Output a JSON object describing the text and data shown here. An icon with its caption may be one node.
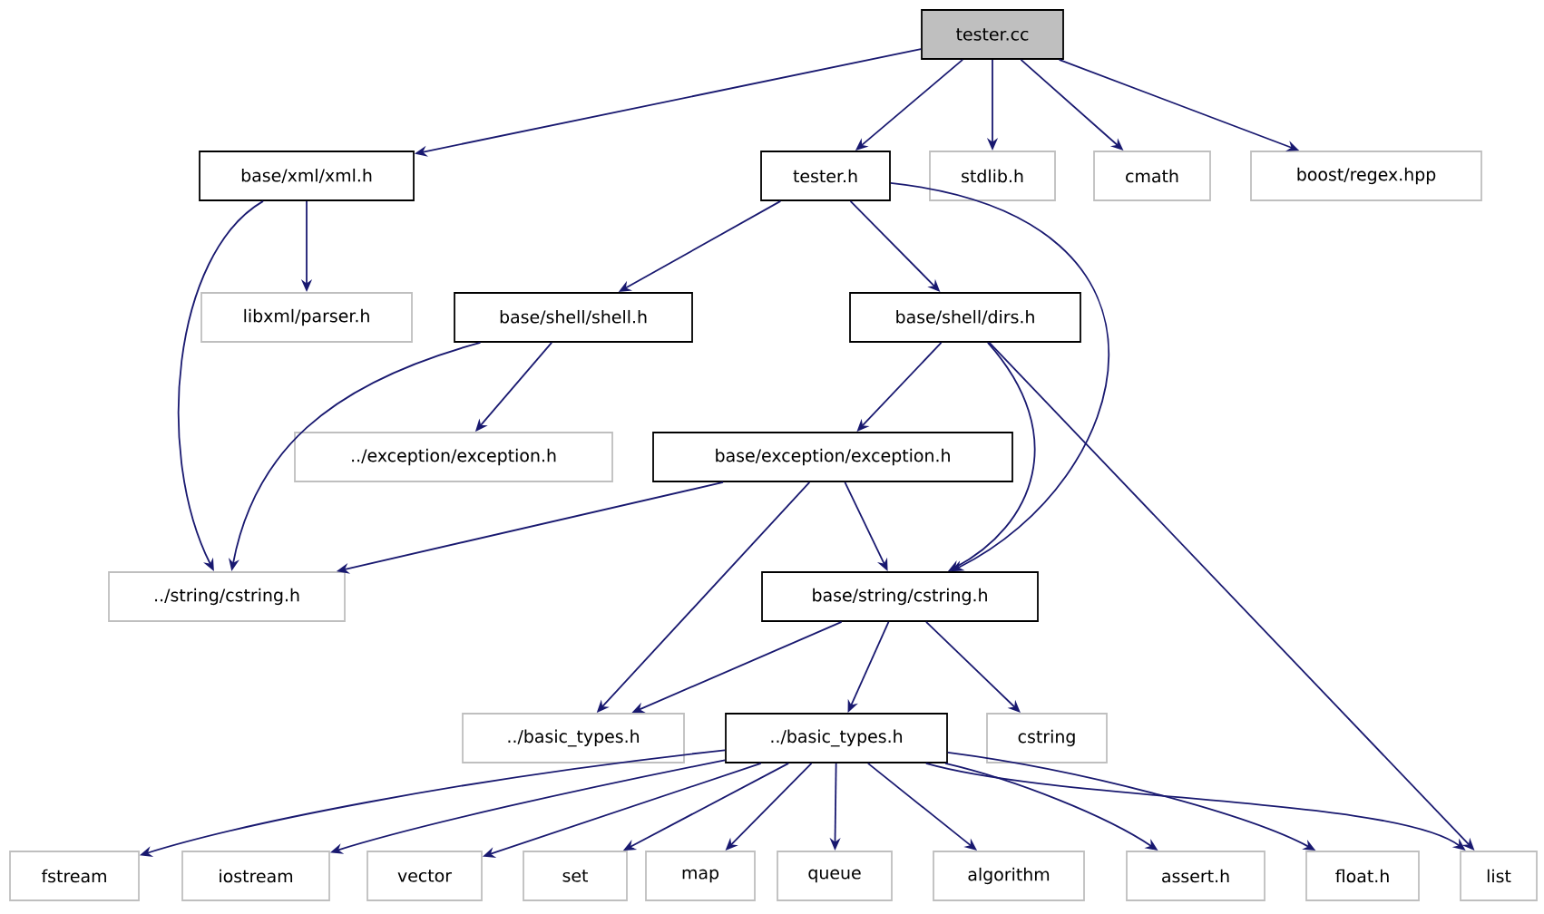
{
  "diagram": {
    "nodes": [
      {
        "text": [
          "tester.cc"
        ]
      },
      {
        "text": [
          "base/xml/xml.h"
        ]
      },
      {
        "text": [
          "tester.h"
        ]
      },
      {
        "text": [
          "stdlib.h"
        ]
      },
      {
        "text": [
          "cmath"
        ]
      },
      {
        "text": [
          "boost/regex.hpp"
        ]
      },
      {
        "text": [
          "libxml/parser.h"
        ]
      },
      {
        "text": [
          "base/shell/shell.h"
        ]
      },
      {
        "text": [
          "base/shell/dirs.h"
        ]
      },
      {
        "text": [
          "../exception/exception.h"
        ]
      },
      {
        "text": [
          "base/exception/exception.h"
        ]
      },
      {
        "text": [
          "../string/cstring.h"
        ]
      },
      {
        "text": [
          "base/string/cstring.h"
        ]
      },
      {
        "text": [
          "../basic_types.h"
        ]
      },
      {
        "text": [
          "../basic_types.h"
        ]
      },
      {
        "text": [
          "cstring"
        ]
      },
      {
        "text": [
          "fstream"
        ]
      },
      {
        "text": [
          "iostream"
        ]
      },
      {
        "text": [
          "vector"
        ]
      },
      {
        "text": [
          "set"
        ]
      },
      {
        "text": [
          "map"
        ]
      },
      {
        "text": [
          "queue"
        ]
      },
      {
        "text": [
          "algorithm"
        ]
      },
      {
        "text": [
          "assert.h"
        ]
      },
      {
        "text": [
          "float.h"
        ]
      },
      {
        "text": [
          "list"
        ]
      }
    ],
    "edges": [
      {
        "from": 0,
        "to": 1,
        "arrow": "to"
      },
      {
        "from": 0,
        "to": 2,
        "arrow": "to"
      },
      {
        "from": 0,
        "to": 3,
        "arrow": "to"
      },
      {
        "from": 0,
        "to": 4,
        "arrow": "to"
      },
      {
        "from": 0,
        "to": 5,
        "arrow": "to"
      },
      {
        "from": 1,
        "to": 6,
        "arrow": "to"
      },
      {
        "from": 1,
        "to": 11,
        "arrow": "to"
      },
      {
        "from": 2,
        "to": 7,
        "arrow": "to"
      },
      {
        "from": 2,
        "to": 8,
        "arrow": "to"
      },
      {
        "from": 2,
        "to": 12,
        "arrow": "to"
      },
      {
        "from": 7,
        "to": 11,
        "arrow": "to"
      },
      {
        "from": 7,
        "to": 9,
        "arrow": "to"
      },
      {
        "from": 8,
        "to": 10,
        "arrow": "to"
      },
      {
        "from": 8,
        "to": 12,
        "arrow": "to"
      },
      {
        "from": 8,
        "to": 25,
        "arrow": "to"
      },
      {
        "from": 10,
        "to": 11,
        "arrow": "to"
      },
      {
        "from": 10,
        "to": 13,
        "arrow": "to"
      },
      {
        "from": 10,
        "to": 12,
        "arrow": "to"
      },
      {
        "from": 12,
        "to": 13,
        "arrow": "to"
      },
      {
        "from": 12,
        "to": 14,
        "arrow": "to"
      },
      {
        "from": 12,
        "to": 15,
        "arrow": "to"
      },
      {
        "from": 14,
        "to": 16,
        "arrow": "to"
      },
      {
        "from": 14,
        "to": 17,
        "arrow": "to"
      },
      {
        "from": 14,
        "to": 18,
        "arrow": "to"
      },
      {
        "from": 14,
        "to": 19,
        "arrow": "to"
      },
      {
        "from": 14,
        "to": 20,
        "arrow": "to"
      },
      {
        "from": 14,
        "to": 21,
        "arrow": "to"
      },
      {
        "from": 14,
        "to": 22,
        "arrow": "to"
      },
      {
        "from": 14,
        "to": 23,
        "arrow": "to"
      },
      {
        "from": 14,
        "to": 24,
        "arrow": "to"
      },
      {
        "from": 14,
        "to": 25,
        "arrow": "to"
      }
    ]
  }
}
